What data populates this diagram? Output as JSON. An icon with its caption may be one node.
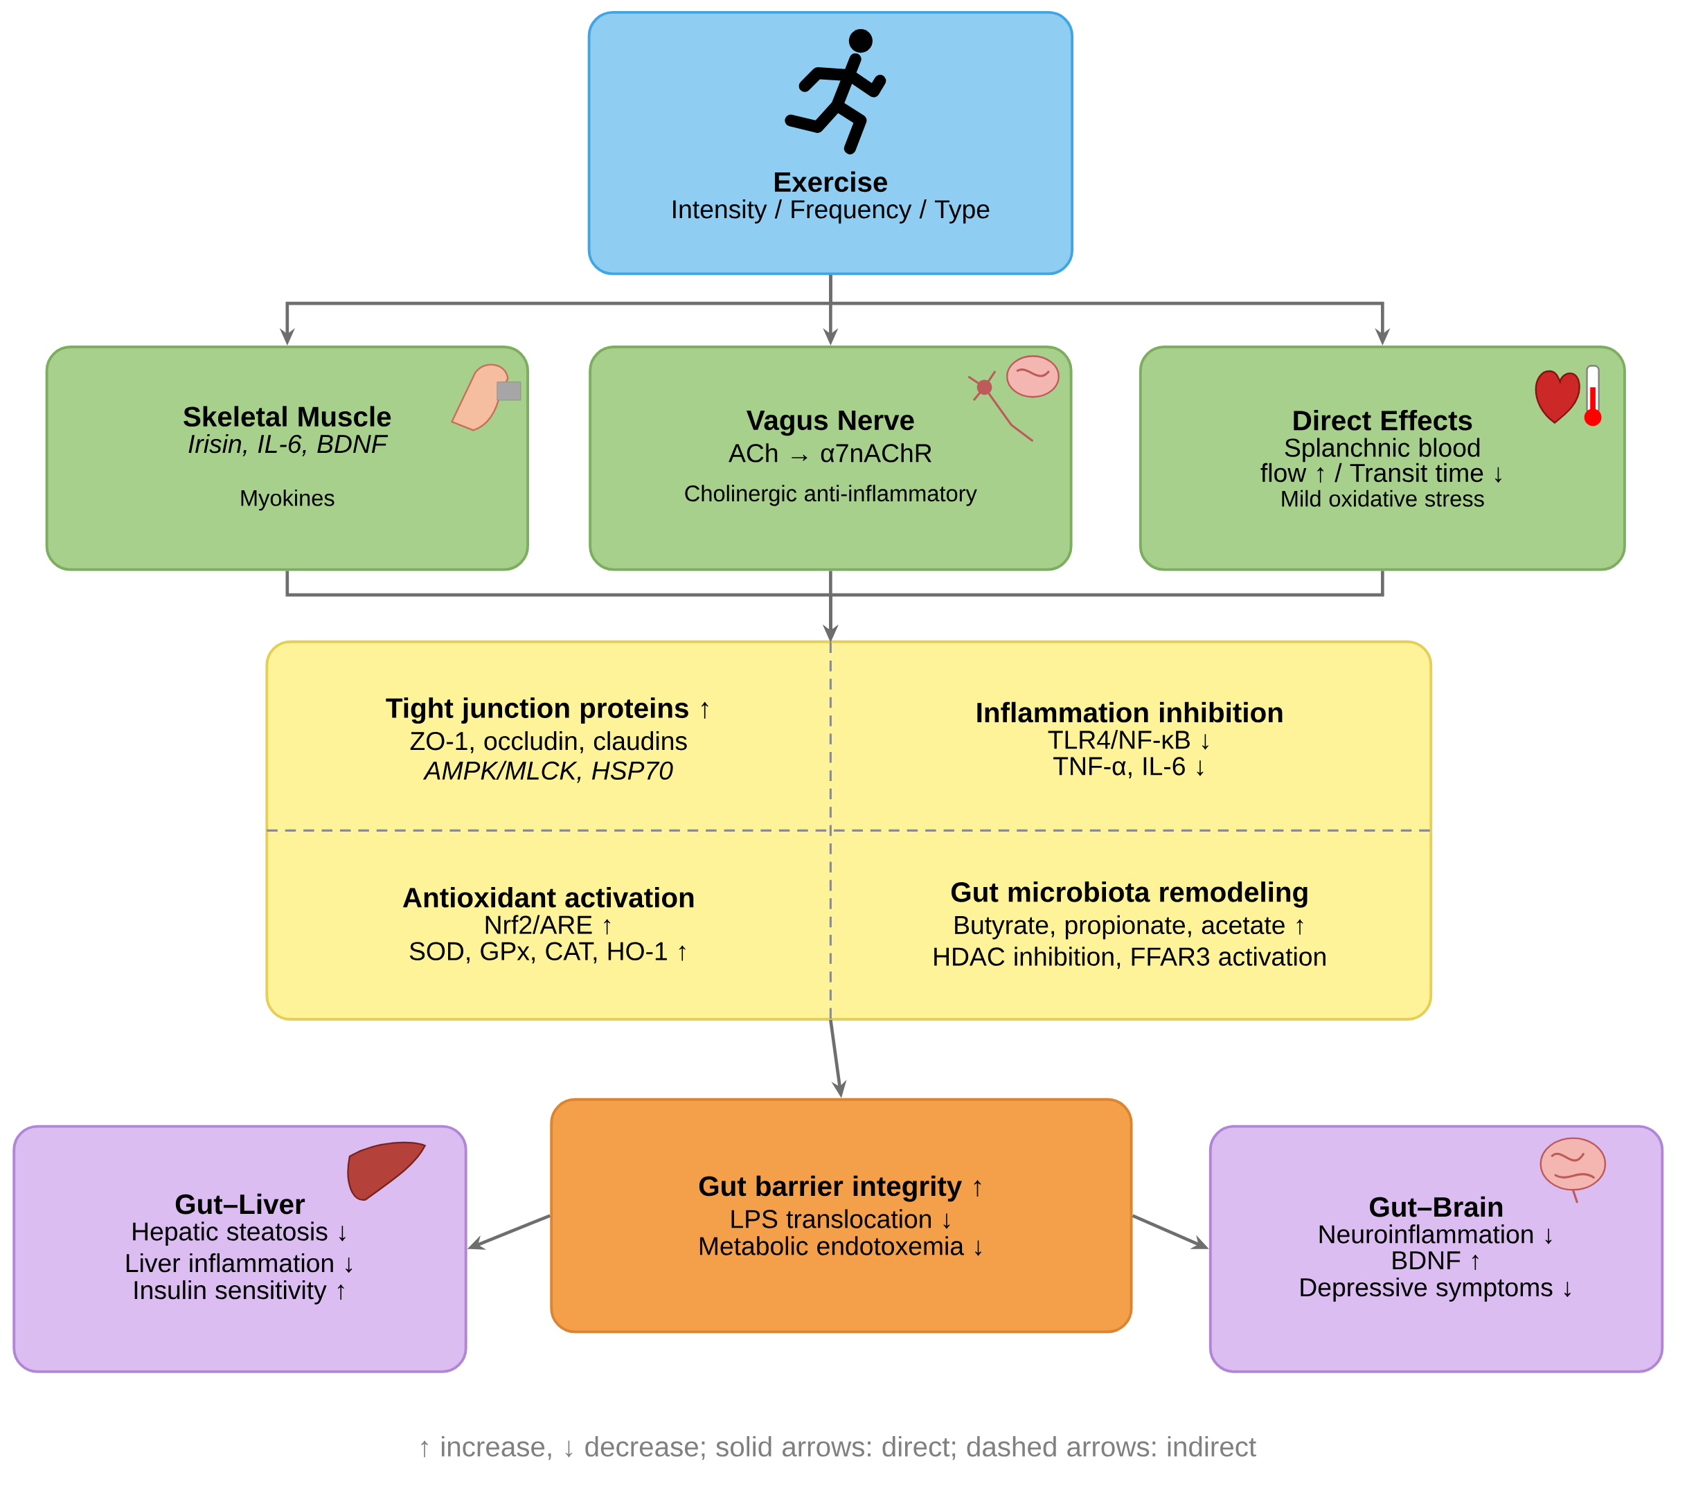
{
  "diagram": {
    "caption": "↑ increase, ↓ decrease; solid arrows: direct; dashed arrows: indirect",
    "nodes": [
      {
        "text": [
          "Exercise",
          "Intensity / Frequency / Type"
        ]
      },
      {
        "text": [
          "Skeletal Muscle",
          "Irisin, IL-6, BDNF",
          "Myokines"
        ]
      },
      {
        "text": [
          "Vagus Nerve",
          "ACh → α7nAChR",
          "Cholinergic anti-inflammatory"
        ]
      },
      {
        "text": [
          "Direct Effects",
          "Splanchnic blood flow ↑ / Transit time ↓",
          "Mild oxidative stress"
        ]
      },
      {
        "text": [],
        "shape": "box"
      },
      {
        "text": [
          "Tight junction proteins ↑",
          "ZO-1, occludin, claudins",
          "AMPK/MLCK, HSP70"
        ],
        "in": 4
      },
      {
        "text": [
          "Inflammation inhibition",
          "TLR4/NF-κB ↓",
          "TNF-α, IL-6 ↓"
        ],
        "in": 4
      },
      {
        "text": [
          "Antioxidant activation",
          "Nrf2/ARE ↑",
          "SOD, GPx, CAT, HO-1 ↑"
        ],
        "in": 4
      },
      {
        "text": [
          "Gut microbiota remodeling",
          "Butyrate, propionate, acetate ↑",
          "HDAC inhibition, FFAR3 activation"
        ],
        "in": 4
      },
      {
        "text": [
          "Gut–Liver",
          "Hepatic steatosis ↓",
          "Liver inflammation ↓",
          "Insulin sensitivity ↑"
        ]
      },
      {
        "text": [
          "Gut barrier integrity ↑",
          "LPS translocation ↓",
          "Metabolic endotoxemia ↓"
        ]
      },
      {
        "text": [
          "Gut–Brain",
          "Neuroinflammation ↓",
          "BDNF ↑",
          "Depressive symptoms ↓"
        ]
      }
    ],
    "edges": [
      {
        "from": 0,
        "to": 1,
        "arrow": "to"
      },
      {
        "from": 0,
        "to": 2,
        "arrow": "to"
      },
      {
        "from": 0,
        "to": 3,
        "arrow": "to"
      },
      {
        "from": 1,
        "to": 4,
        "arrow": "to"
      },
      {
        "from": 2,
        "to": 4,
        "arrow": "to"
      },
      {
        "from": 3,
        "to": 4,
        "arrow": "to"
      },
      {
        "from": 4,
        "to": 10,
        "arrow": "to"
      },
      {
        "from": 10,
        "to": 9,
        "arrow": "to"
      },
      {
        "from": 10,
        "to": 11,
        "arrow": "to"
      }
    ]
  }
}
